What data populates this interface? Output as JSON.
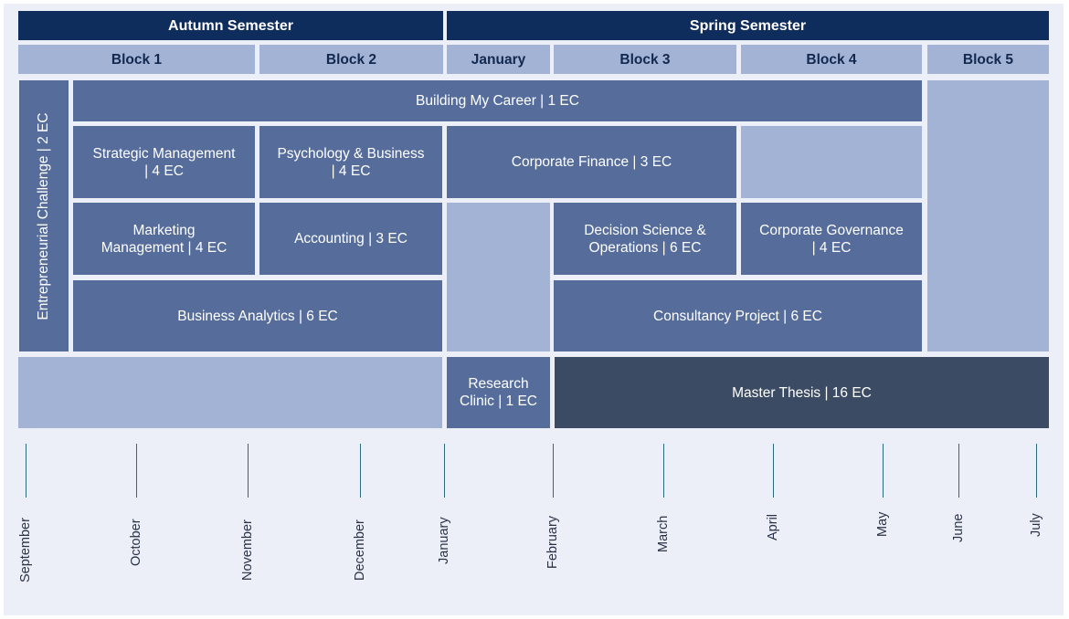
{
  "semesters": {
    "autumn": "Autumn Semester",
    "spring": "Spring Semester"
  },
  "blocks": {
    "block1": "Block 1",
    "block2": "Block 2",
    "january": "January",
    "block3": "Block 3",
    "block4": "Block 4",
    "block5": "Block 5"
  },
  "courses": {
    "entrepreneurial_challenge": "Entrepreneurial Challenge | 2 EC",
    "building_my_career": "Building My Career | 1 EC",
    "strategic_management": [
      "Strategic Management",
      "| 4 EC"
    ],
    "psychology_business": [
      "Psychology & Business",
      "| 4 EC"
    ],
    "corporate_finance": "Corporate Finance | 3 EC",
    "marketing_management": [
      "Marketing",
      "Management | 4 EC"
    ],
    "accounting": "Accounting | 3 EC",
    "decision_science": [
      "Decision Science &",
      "Operations | 6 EC"
    ],
    "corporate_governance": [
      "Corporate Governance",
      "| 4 EC"
    ],
    "business_analytics": "Business Analytics | 6 EC",
    "consultancy_project": "Consultancy Project | 6 EC",
    "research_clinic": [
      "Research",
      "Clinic | 1 EC"
    ],
    "master_thesis": "Master Thesis | 16 EC"
  },
  "months": [
    "September",
    "October",
    "November",
    "December",
    "January",
    "February",
    "March",
    "April",
    "May",
    "June",
    "July"
  ],
  "colors": {
    "semester_header": "#0f2d5c",
    "block_header": "#a2b3d6",
    "course": "#566d9b",
    "empty_slot": "#a2b3d6",
    "thesis": "#3c4b64",
    "background": "#eceff7"
  }
}
